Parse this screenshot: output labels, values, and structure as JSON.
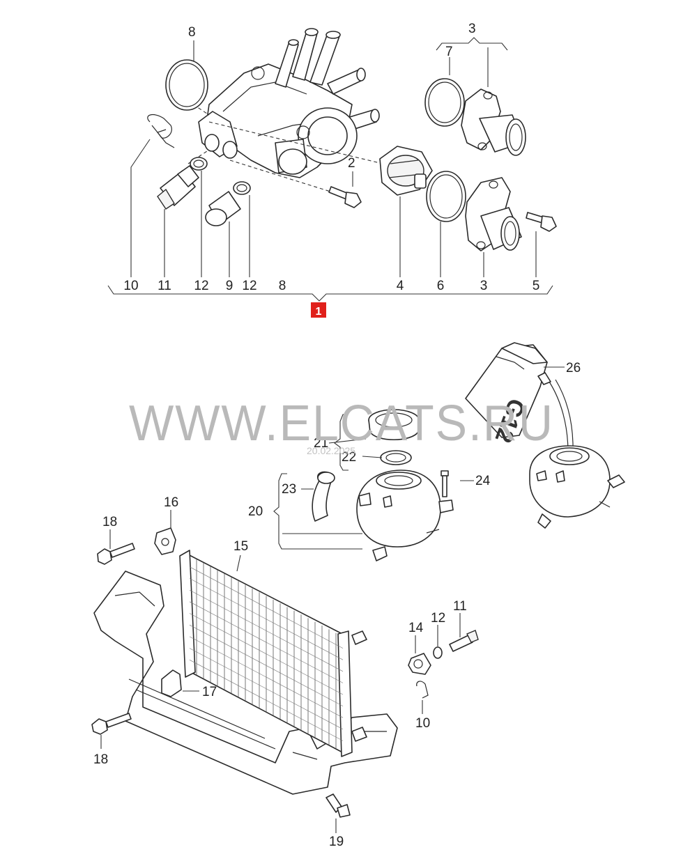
{
  "diagram": {
    "top_group_labels": [
      "10",
      "11",
      "12",
      "9",
      "12",
      "8",
      "4",
      "6",
      "3",
      "5"
    ],
    "callouts": {
      "c8_top": "8",
      "c2": "2",
      "c3_top": "3",
      "c7": "7",
      "c26": "26",
      "c21": "21",
      "c22": "22",
      "c23": "23",
      "c24": "24",
      "c20": "20",
      "c16": "16",
      "c18a": "18",
      "c15": "15",
      "c17": "17",
      "c18b": "18",
      "c14": "14",
      "c12b": "12",
      "c11b": "11",
      "c10b": "10",
      "c19": "19"
    },
    "badge": {
      "text": "1",
      "color": "#e0201b"
    },
    "canister_text": "G12",
    "watermark": "WWW.ELCATS.RU",
    "watermark_date": "20.02.2025"
  }
}
